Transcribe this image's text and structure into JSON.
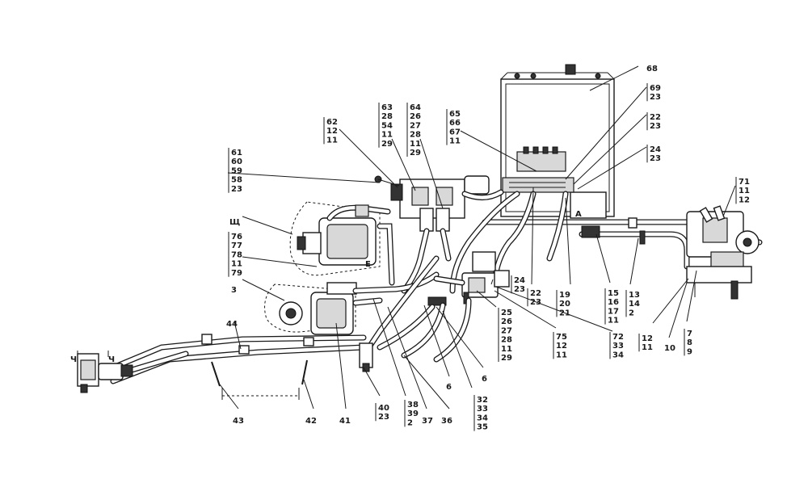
{
  "callouts": [
    {
      "id": "c68",
      "lines": [
        "68"
      ]
    },
    {
      "id": "c69",
      "lines": [
        "69",
        "23"
      ]
    },
    {
      "id": "c22",
      "lines": [
        "22",
        "23"
      ]
    },
    {
      "id": "c24",
      "lines": [
        "24",
        "23"
      ]
    },
    {
      "id": "c65",
      "lines": [
        "65",
        "66",
        "67",
        "11"
      ]
    },
    {
      "id": "c64",
      "lines": [
        "64",
        "26",
        "27",
        "28",
        "11",
        "29"
      ]
    },
    {
      "id": "c63",
      "lines": [
        "63",
        "28",
        "54",
        "11",
        "29"
      ]
    },
    {
      "id": "c62",
      "lines": [
        "62",
        "12",
        "11"
      ]
    },
    {
      "id": "c61",
      "lines": [
        "61",
        "60",
        "59",
        "58",
        "23"
      ]
    },
    {
      "id": "c71",
      "lines": [
        "71",
        "11",
        "12"
      ]
    },
    {
      "id": "cSch",
      "lines": [
        "Щ"
      ]
    },
    {
      "id": "c76",
      "lines": [
        "76",
        "77",
        "78",
        "11",
        "79"
      ]
    },
    {
      "id": "c3",
      "lines": [
        "3"
      ]
    },
    {
      "id": "cE",
      "lines": [
        "Е"
      ]
    },
    {
      "id": "cA",
      "lines": [
        "А"
      ]
    },
    {
      "id": "c44",
      "lines": [
        "44"
      ]
    },
    {
      "id": "cCh1",
      "lines": [
        "Ч"
      ]
    },
    {
      "id": "cCh2",
      "lines": [
        "Ч"
      ]
    },
    {
      "id": "c24b",
      "lines": [
        "24",
        "23"
      ]
    },
    {
      "id": "c22b",
      "lines": [
        "22",
        "23"
      ]
    },
    {
      "id": "c19",
      "lines": [
        "19",
        "20",
        "21"
      ]
    },
    {
      "id": "c15",
      "lines": [
        "15",
        "16",
        "17",
        "11"
      ]
    },
    {
      "id": "c13",
      "lines": [
        "13",
        "14",
        "2"
      ]
    },
    {
      "id": "c12",
      "lines": [
        "12",
        "11"
      ]
    },
    {
      "id": "c10",
      "lines": [
        "10"
      ]
    },
    {
      "id": "c7",
      "lines": [
        "7",
        "8",
        "9"
      ]
    },
    {
      "id": "c25",
      "lines": [
        "25",
        "26",
        "27",
        "28",
        "11",
        "29"
      ]
    },
    {
      "id": "c75",
      "lines": [
        "75",
        "12",
        "11"
      ]
    },
    {
      "id": "c72",
      "lines": [
        "72",
        "33",
        "34"
      ]
    },
    {
      "id": "c6a",
      "lines": [
        "6"
      ]
    },
    {
      "id": "c6b",
      "lines": [
        "6"
      ]
    },
    {
      "id": "c32",
      "lines": [
        "32",
        "33",
        "34",
        "35"
      ]
    },
    {
      "id": "c36",
      "lines": [
        "36"
      ]
    },
    {
      "id": "c37",
      "lines": [
        "37"
      ]
    },
    {
      "id": "c38",
      "lines": [
        "38",
        "39",
        "2"
      ]
    },
    {
      "id": "c40",
      "lines": [
        "40",
        "23"
      ]
    },
    {
      "id": "c41",
      "lines": [
        "41"
      ]
    },
    {
      "id": "c42",
      "lines": [
        "42"
      ]
    },
    {
      "id": "c43",
      "lines": [
        "43"
      ]
    }
  ]
}
